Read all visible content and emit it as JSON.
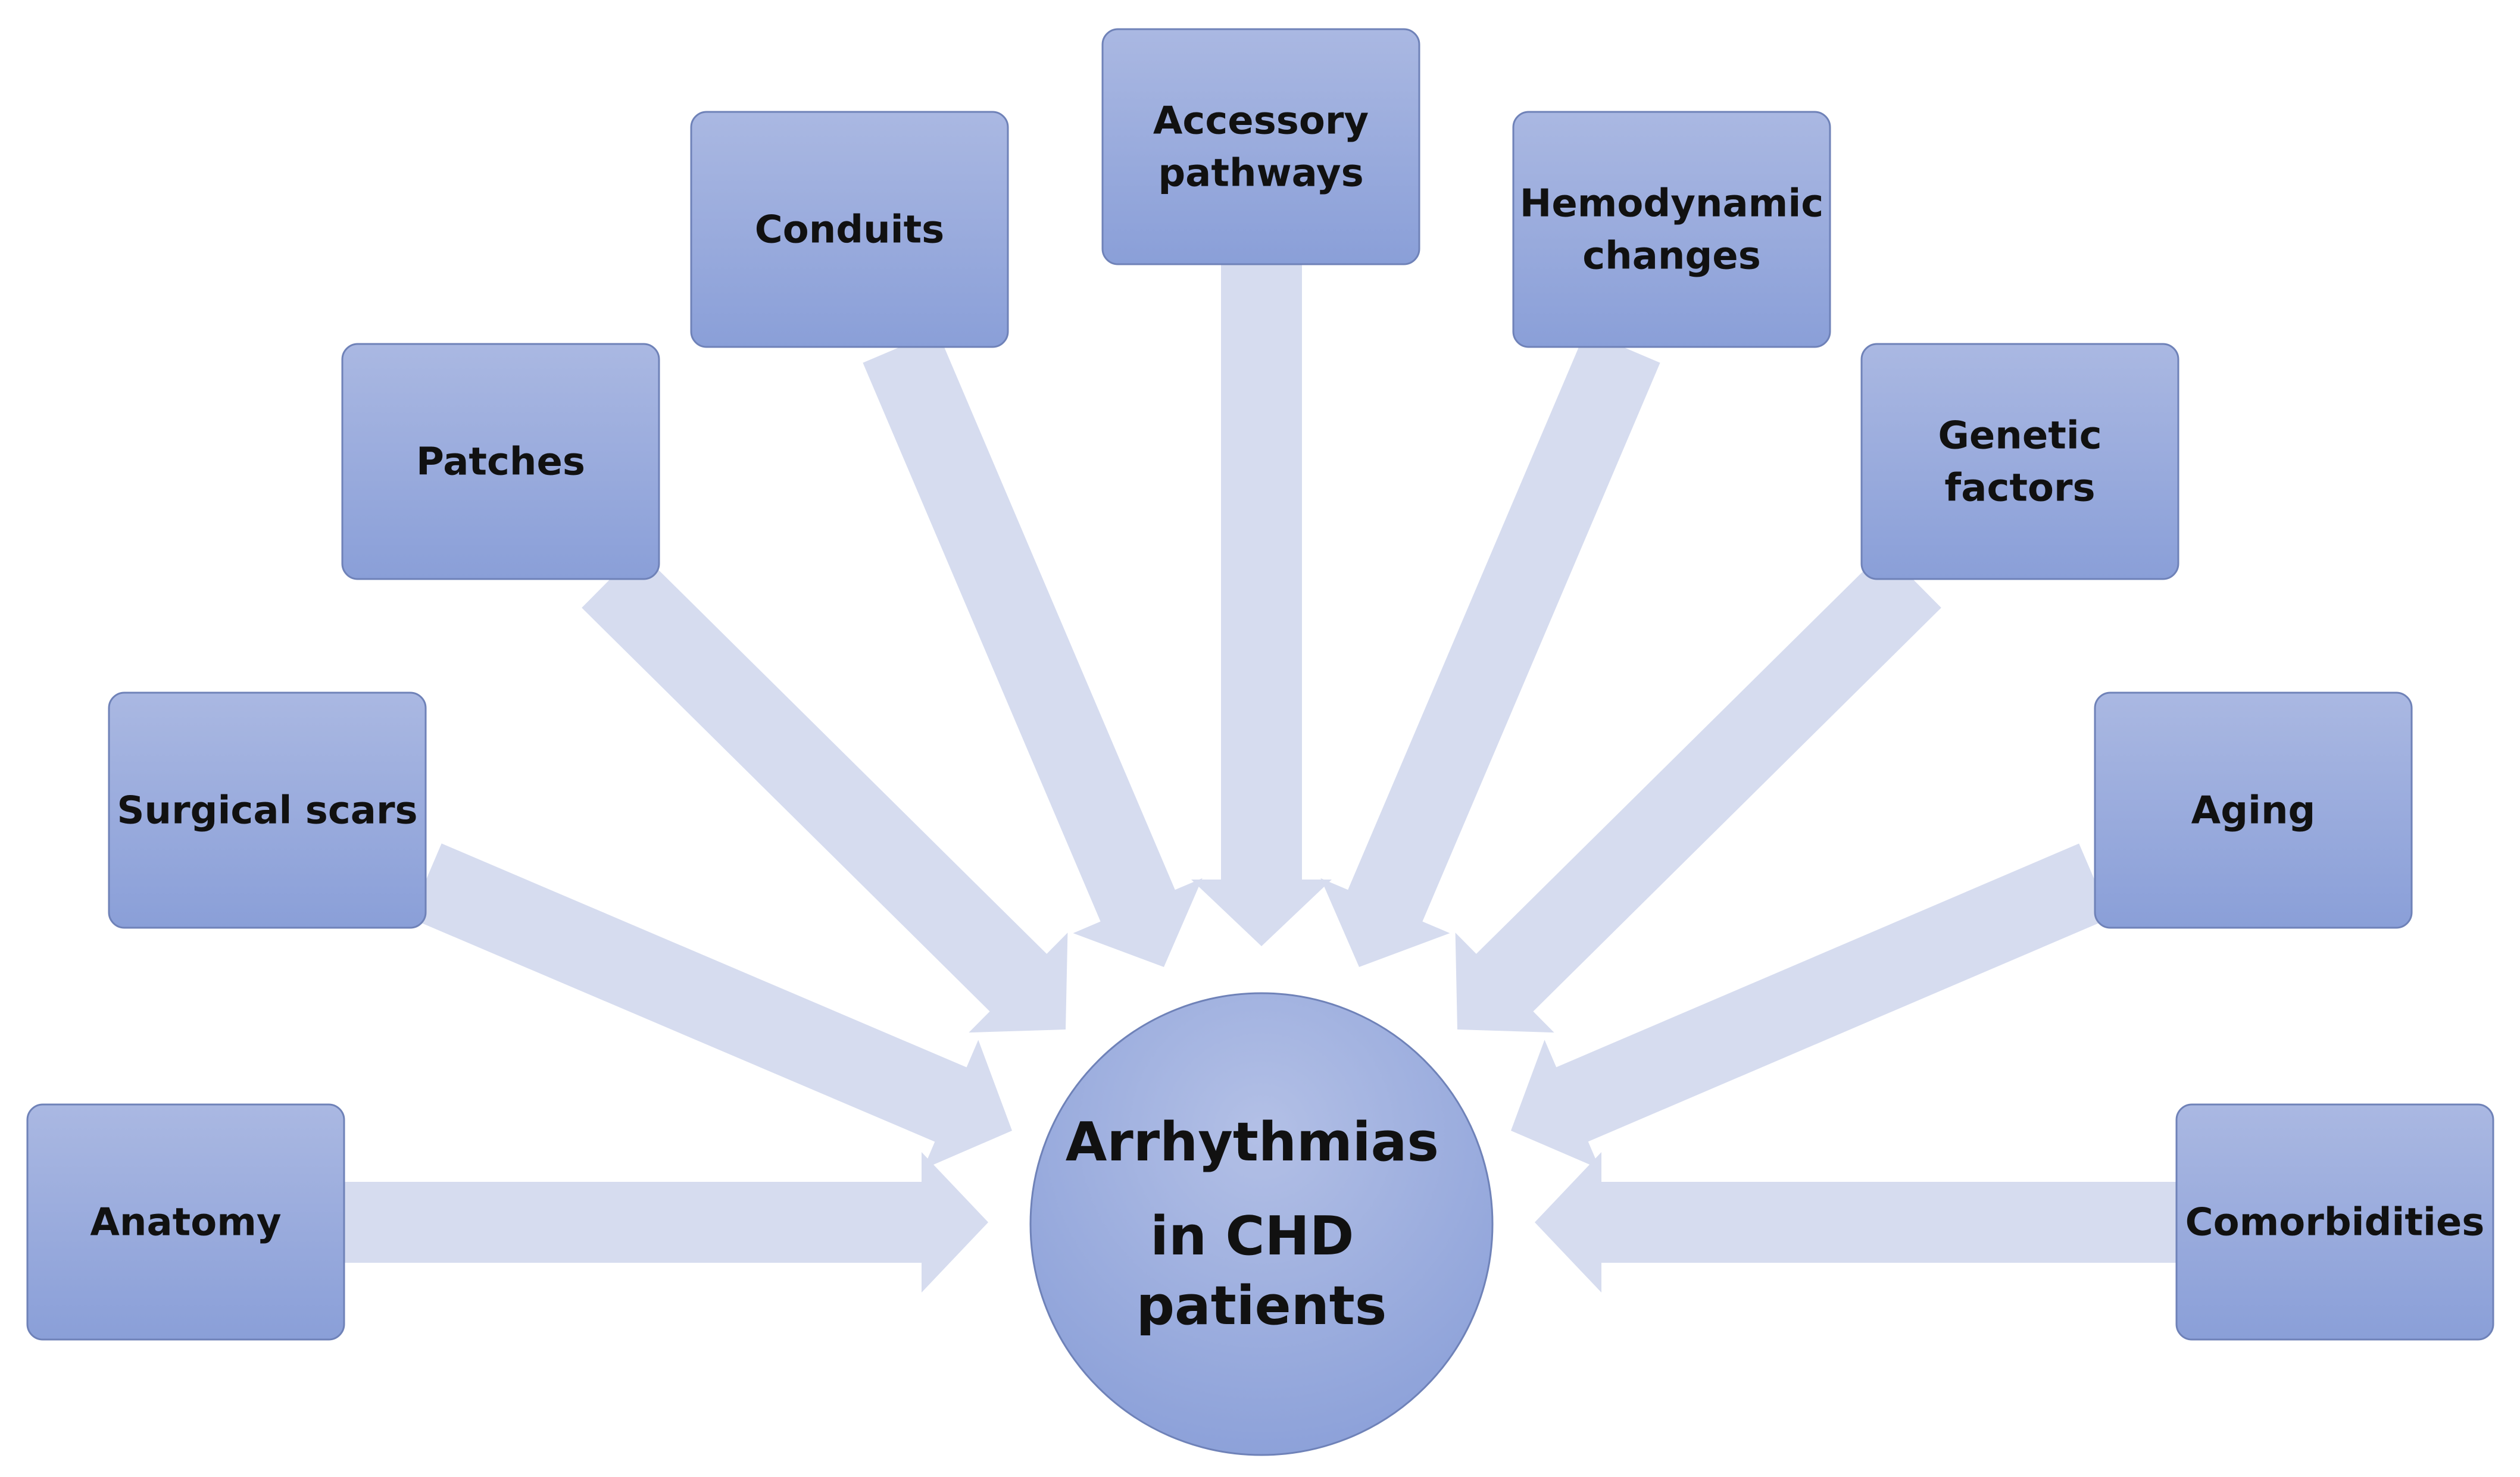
{
  "center": {
    "lines": [
      "Arrhythmias",
      "in CHD",
      "patients"
    ]
  },
  "factors": [
    {
      "id": "anatomy",
      "lines": [
        "Anatomy"
      ]
    },
    {
      "id": "surgical-scars",
      "lines": [
        "Surgical scars"
      ]
    },
    {
      "id": "patches",
      "lines": [
        "Patches"
      ]
    },
    {
      "id": "conduits",
      "lines": [
        "Conduits"
      ]
    },
    {
      "id": "accessory-pathways",
      "lines": [
        "Accessory",
        "pathways"
      ]
    },
    {
      "id": "hemodynamic-changes",
      "lines": [
        "Hemodynamic",
        "changes"
      ]
    },
    {
      "id": "genetic-factors",
      "lines": [
        "Genetic",
        "factors"
      ]
    },
    {
      "id": "aging",
      "lines": [
        "Aging"
      ]
    },
    {
      "id": "comorbidities",
      "lines": [
        "Comorbidities"
      ]
    }
  ],
  "colors": {
    "box_top": "#aab8e2",
    "box_bottom": "#8a9fd8",
    "arrow": "#d6dcef",
    "border": "#6f82b8"
  }
}
